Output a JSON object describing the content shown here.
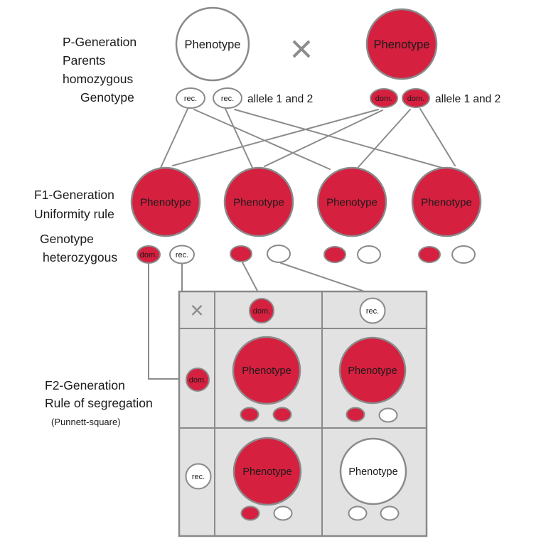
{
  "colors": {
    "dominant_red": "#d5203f",
    "recessive_white": "#ffffff",
    "line_gray": "#8c8c8c",
    "square_background": "#e2e2e2",
    "text_black": "#1a1a1a"
  },
  "p_generation": {
    "row_label_lines": [
      "P-Generation",
      "Parents",
      "homozygous",
      "Genotype"
    ],
    "cross_symbol": "×",
    "left_parent": {
      "phenotype": "Phenotype",
      "phenotype_type": "recessive",
      "allele_1": "rec.",
      "allele_2": "rec.",
      "allele_note": "allele 1 and 2"
    },
    "right_parent": {
      "phenotype": "Phenotype",
      "phenotype_type": "dominant",
      "allele_1": "dom.",
      "allele_2": "dom.",
      "allele_note": "allele 1 and 2"
    }
  },
  "f1_generation": {
    "row_label_lines": [
      "F1-Generation",
      "Uniformity rule"
    ],
    "genotype_label_lines": [
      "Genotype",
      "heterozygous"
    ],
    "offspring": [
      {
        "phenotype": "Phenotype",
        "phenotype_type": "dominant",
        "allele_1_label": "dom.",
        "allele_2_label": "rec.",
        "genotype": [
          "dominant",
          "recessive"
        ]
      },
      {
        "phenotype": "Phenotype",
        "phenotype_type": "dominant",
        "genotype": [
          "dominant",
          "recessive"
        ]
      },
      {
        "phenotype": "Phenotype",
        "phenotype_type": "dominant",
        "genotype": [
          "dominant",
          "recessive"
        ]
      },
      {
        "phenotype": "Phenotype",
        "phenotype_type": "dominant",
        "genotype": [
          "dominant",
          "recessive"
        ]
      }
    ]
  },
  "f2_generation": {
    "row_label_lines": [
      "F2-Generation",
      "Rule of segregation"
    ],
    "note": "(Punnett-square)",
    "punnett_square": {
      "cross_symbol": "×",
      "column_headers": [
        {
          "label": "dom.",
          "type": "dominant"
        },
        {
          "label": "rec.",
          "type": "recessive"
        }
      ],
      "row_headers": [
        {
          "label": "dom.",
          "type": "dominant"
        },
        {
          "label": "rec.",
          "type": "recessive"
        }
      ],
      "cells": [
        [
          {
            "phenotype": "Phenotype",
            "phenotype_type": "dominant",
            "genotype": [
              "dominant",
              "dominant"
            ]
          },
          {
            "phenotype": "Phenotype",
            "phenotype_type": "dominant",
            "genotype": [
              "dominant",
              "recessive"
            ]
          }
        ],
        [
          {
            "phenotype": "Phenotype",
            "phenotype_type": "dominant",
            "genotype": [
              "dominant",
              "recessive"
            ]
          },
          {
            "phenotype": "Phenotype",
            "phenotype_type": "recessive",
            "genotype": [
              "recessive",
              "recessive"
            ]
          }
        ]
      ]
    }
  }
}
